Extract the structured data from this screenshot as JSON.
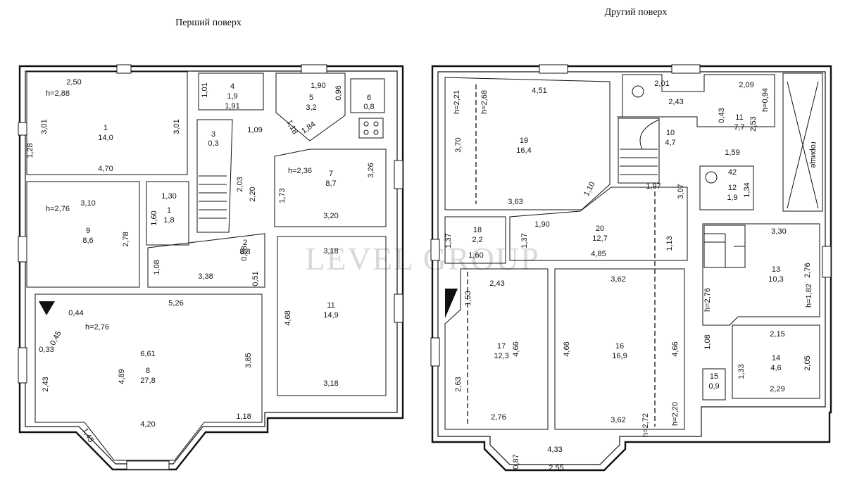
{
  "floor1": {
    "title": "Перший поверх",
    "rooms": [
      {
        "id": "r1",
        "num": "1",
        "area": "14,0"
      },
      {
        "id": "r1b",
        "num": "1",
        "area": "1,8"
      },
      {
        "id": "r2",
        "num": "2",
        "area": "8,8"
      },
      {
        "id": "r3",
        "num": "3",
        "area": "0,3"
      },
      {
        "id": "r4",
        "num": "4",
        "area": "1,9"
      },
      {
        "id": "r5",
        "num": "5",
        "area": "3,2"
      },
      {
        "id": "r6",
        "num": "6",
        "area": "0,8"
      },
      {
        "id": "r7",
        "num": "7",
        "area": "8,7"
      },
      {
        "id": "r8",
        "num": "8",
        "area": "27,8"
      },
      {
        "id": "r9",
        "num": "9",
        "area": "8,6"
      },
      {
        "id": "r11",
        "num": "11",
        "area": "14,9"
      }
    ],
    "dims": [
      "2,50",
      "h=2,88",
      "3,01",
      "3,01",
      "1,28",
      "4,70",
      "1,01",
      "1,91",
      "1,90",
      "0,96",
      "1,09",
      "1,18",
      "1,84",
      "h=2,36",
      "3,26",
      "2,20",
      "1,73",
      "3,20",
      "2,03",
      "1,30",
      "1,60",
      "3,10",
      "h=2,76",
      "2,78",
      "1,08",
      "0,98",
      "3,38",
      "0,51",
      "3,18",
      "4,68",
      "3,18",
      "5,26",
      "0,44",
      "h=2,76",
      "0,45",
      "0,33",
      "6,61",
      "4,89",
      "3,85",
      "2,43",
      "1,18",
      "4,20",
      "1,45"
    ]
  },
  "floor2": {
    "title": "Другий поверх",
    "rooms": [
      {
        "id": "r10",
        "num": "10",
        "area": "4,7"
      },
      {
        "id": "r11",
        "num": "11",
        "area": "7,7"
      },
      {
        "id": "r12",
        "num": "12",
        "area": "1,9"
      },
      {
        "id": "r13",
        "num": "13",
        "area": "10,3"
      },
      {
        "id": "r14",
        "num": "14",
        "area": "4,6"
      },
      {
        "id": "r15",
        "num": "15",
        "area": "0,9"
      },
      {
        "id": "r16",
        "num": "16",
        "area": "16,9"
      },
      {
        "id": "r17",
        "num": "17",
        "area": "12,3"
      },
      {
        "id": "r18",
        "num": "18",
        "area": "2,2"
      },
      {
        "id": "r19",
        "num": "19",
        "area": "16,4"
      },
      {
        "id": "r20",
        "num": "20",
        "area": "12,7"
      }
    ],
    "attic": "горище",
    "dims": [
      "h=2,21",
      "h=2,68",
      "4,51",
      "3,70",
      "3,63",
      "1,10",
      "2,01",
      "2,43",
      "2,09",
      "h=0,94",
      "0,43",
      "2,53",
      "1,59",
      "1,97",
      "3,07",
      "42",
      "1,34",
      "1,37",
      "1,37",
      "1,60",
      "1,90",
      "4,85",
      "1,13",
      "3,30",
      "2,76",
      "h=2,76",
      "h=1,82",
      "1,53",
      "2,43",
      "3,62",
      "4,66",
      "4,66",
      "4,66",
      "2,63",
      "2,76",
      "3,62",
      "h=2,72",
      "h=2,20",
      "1,08",
      "2,15",
      "1,33",
      "2,05",
      "2,29",
      "4,33",
      "0,87",
      "2,55"
    ]
  },
  "watermark": "LEVEL GROUP"
}
